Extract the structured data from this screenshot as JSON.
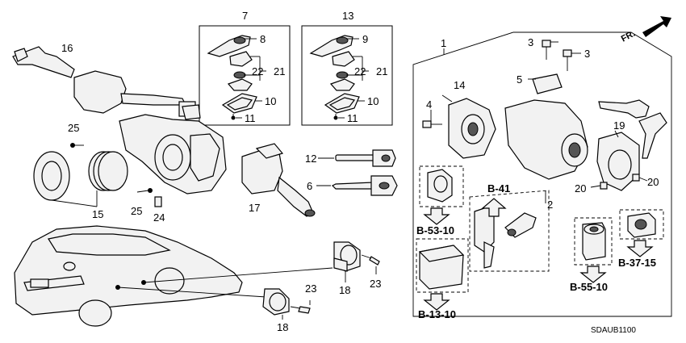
{
  "callouts": {
    "c1": "1",
    "c2": "2",
    "c3a": "3",
    "c3b": "3",
    "c4": "4",
    "c5": "5",
    "c6": "6",
    "c7": "7",
    "c8": "8",
    "c9": "9",
    "c10a": "10",
    "c10b": "10",
    "c11a": "11",
    "c11b": "11",
    "c12": "12",
    "c13": "13",
    "c14": "14",
    "c15": "15",
    "c16": "16",
    "c17": "17",
    "c18a": "18",
    "c18b": "18",
    "c19": "19",
    "c20a": "20",
    "c20b": "20",
    "c21a": "21",
    "c21b": "21",
    "c22a": "22",
    "c22b": "22",
    "c23a": "23",
    "c23b": "23",
    "c24": "24",
    "c25a": "25",
    "c25b": "25"
  },
  "references": {
    "b41": "B-41",
    "b5310": "B-53-10",
    "b1310": "B-13-10",
    "b5510": "B-55-10",
    "b3715": "B-37-15"
  },
  "direction_label": "FR.",
  "diagram_code": "SDAUB1100"
}
